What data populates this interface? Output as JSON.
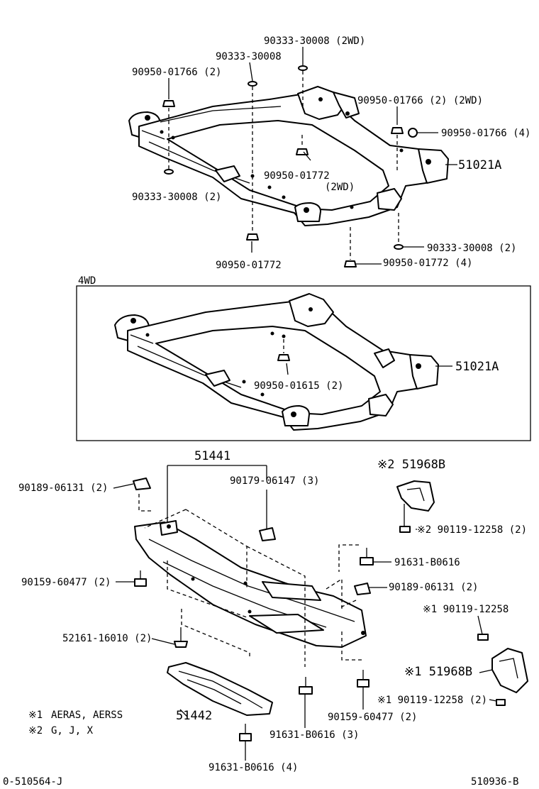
{
  "section_4wd_label": "4WD",
  "callouts": [
    {
      "id": "c01",
      "text": "90333-30008 (2WD)"
    },
    {
      "id": "c02",
      "text": "90333-30008"
    },
    {
      "id": "c03",
      "text": "90950-01766 (2)"
    },
    {
      "id": "c04",
      "text": "90950-01766 (2) (2WD)"
    },
    {
      "id": "c05",
      "text": "90950-01766 (4)"
    },
    {
      "id": "c06",
      "text": "51021A"
    },
    {
      "id": "c07",
      "text": "90950-01772"
    },
    {
      "id": "c08",
      "text": "(2WD)"
    },
    {
      "id": "c09",
      "text": "90333-30008 (2)"
    },
    {
      "id": "c10",
      "text": "90950-01772"
    },
    {
      "id": "c11",
      "text": "90333-30008 (2)"
    },
    {
      "id": "c12",
      "text": "90950-01772 (4)"
    },
    {
      "id": "c13",
      "text": "90950-01615 (2)"
    },
    {
      "id": "c14",
      "text": "51021A"
    },
    {
      "id": "c15",
      "text": "51441"
    },
    {
      "id": "c16",
      "text": "※2 51968B"
    },
    {
      "id": "c17",
      "text": "90189-06131 (2)"
    },
    {
      "id": "c18",
      "text": "90179-06147 (3)"
    },
    {
      "id": "c19",
      "text": "※2 90119-12258 (2)"
    },
    {
      "id": "c20",
      "text": "91631-B0616"
    },
    {
      "id": "c21",
      "text": "90159-60477 (2)"
    },
    {
      "id": "c22",
      "text": "90189-06131 (2)"
    },
    {
      "id": "c23",
      "text": "※1 90119-12258"
    },
    {
      "id": "c24",
      "text": "52161-16010 (2)"
    },
    {
      "id": "c25",
      "text": "※1 51968B"
    },
    {
      "id": "c26",
      "text": "※1 90119-12258 (2)"
    },
    {
      "id": "c27",
      "text": "51442"
    },
    {
      "id": "c28",
      "text": "90159-60477 (2)"
    },
    {
      "id": "c29",
      "text": "91631-B0616 (3)"
    },
    {
      "id": "c30",
      "text": "91631-B0616 (4)"
    }
  ],
  "notes": [
    {
      "mark": "※1",
      "text": "AERAS, AERSS"
    },
    {
      "mark": "※2",
      "text": "G, J, X"
    }
  ],
  "footer": {
    "left_code": "0-510564-J",
    "right_code": "510936-B"
  }
}
